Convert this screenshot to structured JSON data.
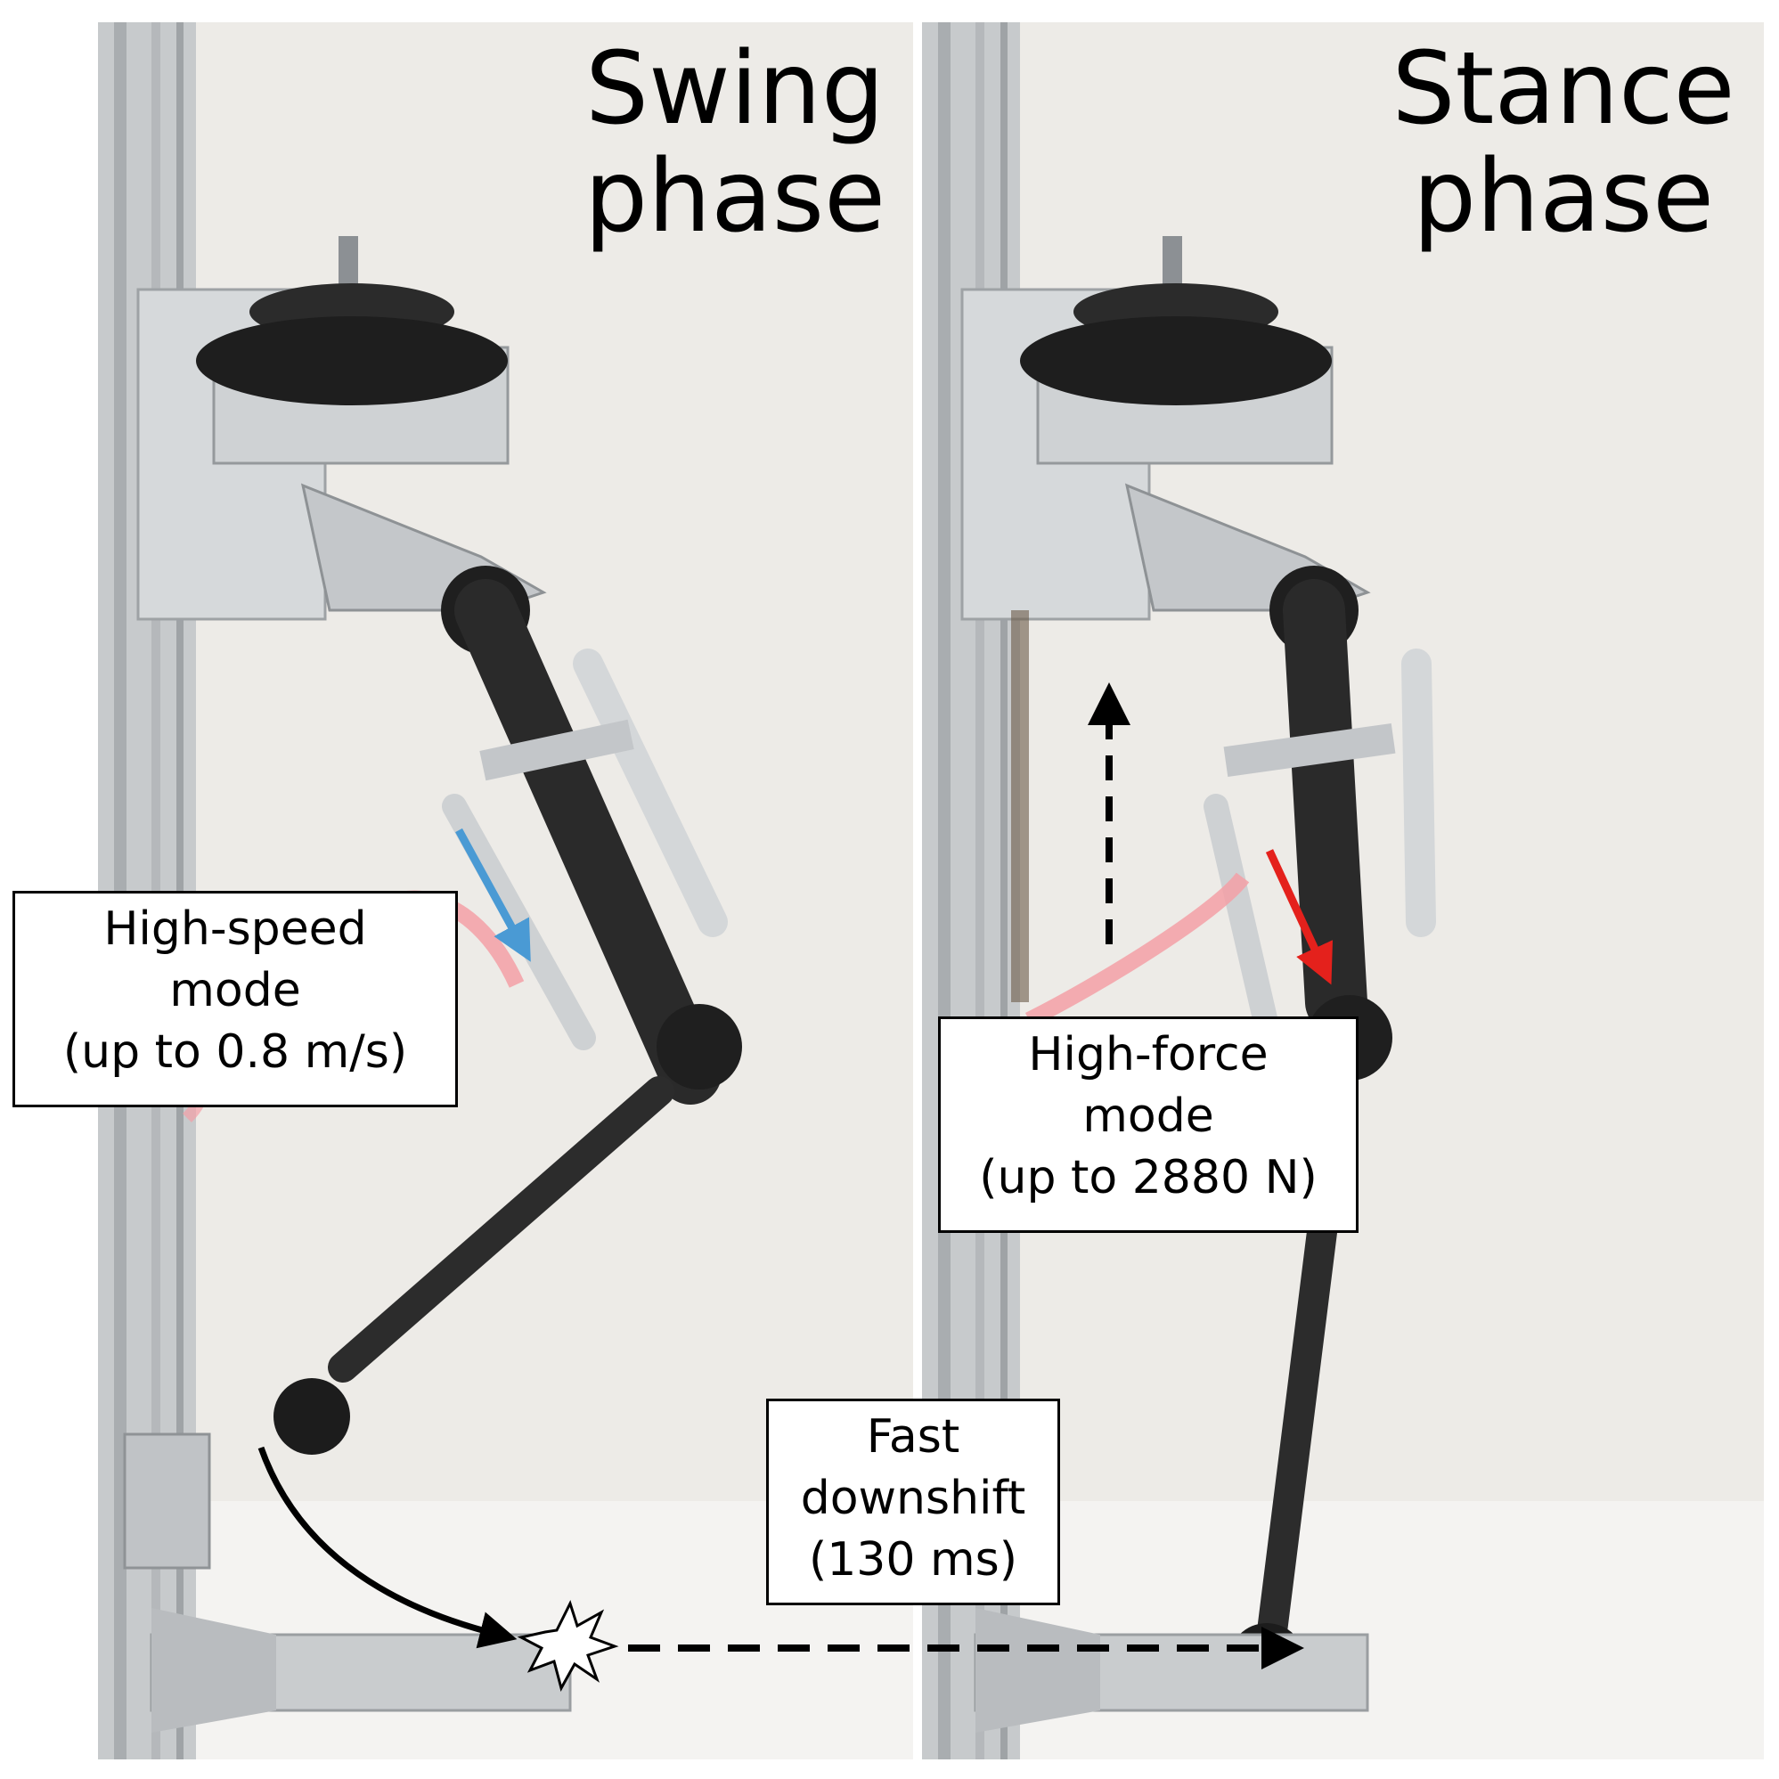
{
  "panels": {
    "left": {
      "title_line1": "Swing",
      "title_line2": "phase",
      "label_line1": "High-speed",
      "label_line2": "mode",
      "label_line3": "(up to 0.8 m/s)",
      "arrow_color": "#4a9ad4"
    },
    "right": {
      "title_line1": "Stance",
      "title_line2": "phase",
      "label_line1": "High-force",
      "label_line2": "mode",
      "label_line3": "(up to 2880 N)",
      "arrow_color": "#e4211c"
    }
  },
  "transition": {
    "label_line1": "Fast",
    "label_line2": "downshift",
    "label_line3": "(130 ms)"
  },
  "colors": {
    "frame": "#c9ccce",
    "background": "#eceae6",
    "leg": "#2a2a2a",
    "weight": "#1e1e1e",
    "hose": "#f3a0a6"
  }
}
